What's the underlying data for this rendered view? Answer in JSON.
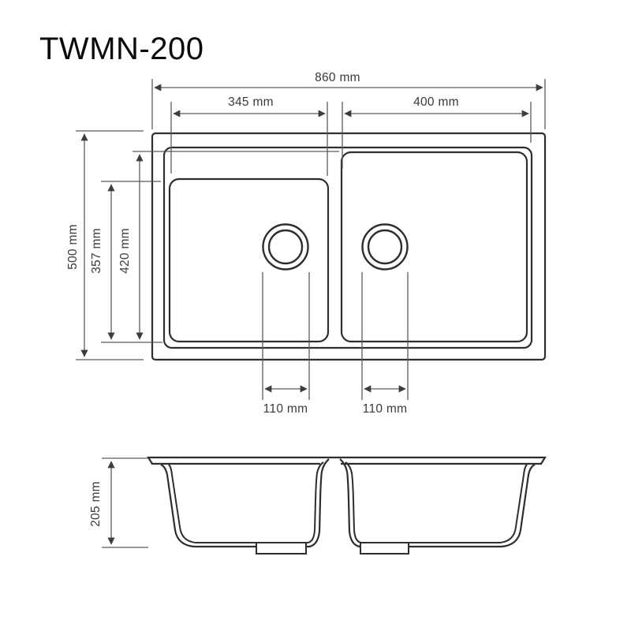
{
  "title": "TWMN-200",
  "views": {
    "top": {
      "width_total": "860 mm",
      "bowl1_width": "345 mm",
      "bowl2_width": "400 mm",
      "depth_total": "500 mm",
      "bowl1_length": "357 mm",
      "bowl2_length": "420 mm",
      "drain1_diameter": "110 mm",
      "drain2_diameter": "110 mm"
    },
    "side": {
      "bowl_height": "205 mm"
    }
  },
  "colors": {
    "drawing_line": "#2e2e2e",
    "dimension_line": "#5a5a5a",
    "label_text": "#3a3a3a",
    "background": "#ffffff"
  }
}
